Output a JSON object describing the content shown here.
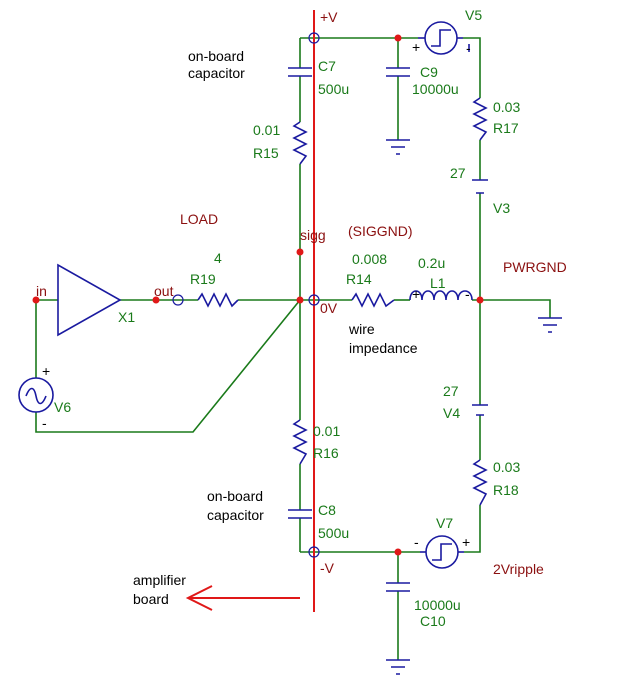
{
  "colors": {
    "wire": "#1a7a1a",
    "component": "#1a1aa0",
    "rail": "#e01818",
    "node_label": "#8b1010",
    "value_label": "#1a7a1a"
  },
  "nodes": {
    "plus_v": "+V",
    "minus_v": "-V",
    "sigg": "sigg",
    "zero_v": "0V",
    "in": "in",
    "out": "out"
  },
  "labels": {
    "load": "LOAD",
    "siggnd": "(SIGGND)",
    "pwrgnd": "PWRGND",
    "ripple": "2Vripple",
    "wire_impedance_1": "wire",
    "wire_impedance_2": "impedance",
    "onboard_top_1": "on-board",
    "onboard_top_2": "capacitor",
    "onboard_bot_1": "on-board",
    "onboard_bot_2": "capacitor",
    "amp_board_1": "amplifier",
    "amp_board_2": "board",
    "plus": "+",
    "minus": "-"
  },
  "components": {
    "c7": {
      "name": "C7",
      "value": "500u"
    },
    "c9": {
      "name": "C9",
      "value": "10000u"
    },
    "v5": {
      "name": "V5"
    },
    "r17": {
      "name": "R17",
      "value": "0.03"
    },
    "v3": {
      "name": "V3",
      "value": "27"
    },
    "r15": {
      "name": "R15",
      "value": "0.01"
    },
    "r19": {
      "name": "R19",
      "value": "4"
    },
    "r14": {
      "name": "R14",
      "value": "0.008"
    },
    "l1": {
      "name": "L1",
      "value": "0.2u"
    },
    "x1": {
      "name": "X1"
    },
    "v6": {
      "name": "V6"
    },
    "v4": {
      "name": "V4",
      "value": "27"
    },
    "r16": {
      "name": "R16",
      "value": "0.01"
    },
    "r18": {
      "name": "R18",
      "value": "0.03"
    },
    "c8": {
      "name": "C8",
      "value": "500u"
    },
    "v7": {
      "name": "V7"
    },
    "c10": {
      "name": "C10",
      "value": "10000u"
    }
  }
}
